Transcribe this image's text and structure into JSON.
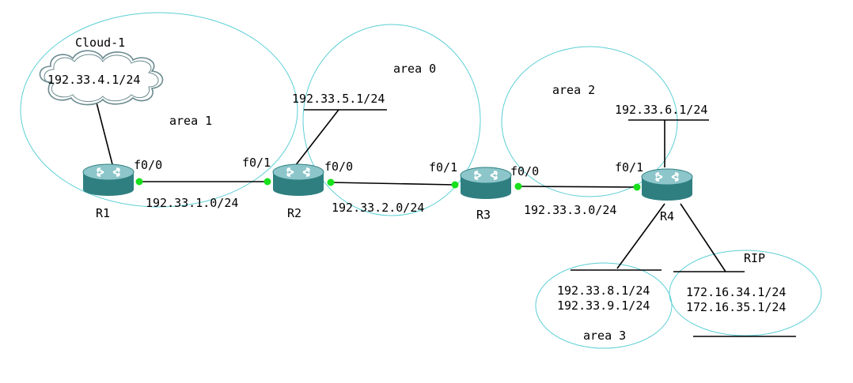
{
  "colors": {
    "area_circle": "#5ccfd6",
    "router_body": "#3a8e8f",
    "router_top": "#7fbfc4",
    "port_dot": "#18e01c",
    "link": "#000000",
    "cloud_stroke": "#6a8a8f"
  },
  "cloud": {
    "name": "Cloud-1",
    "ip": "192.33.4.1/24",
    "icon": "cloud-icon"
  },
  "areas": {
    "area1": "area 1",
    "area0": "area 0",
    "area2": "area 2",
    "area3": "area 3",
    "rip": "RIP"
  },
  "routers": {
    "r1": "R1",
    "r2": "R2",
    "r3": "R3",
    "r4": "R4"
  },
  "router_icon": "router-icon",
  "interfaces": {
    "r1_f00": "f0/0",
    "r2_f01": "f0/1",
    "r2_f00": "f0/0",
    "r3_f01": "f0/1",
    "r3_f00": "f0/0",
    "r4_f01": "f0/1"
  },
  "links": {
    "r1_r2": "192.33.1.0/24",
    "r2_r3": "192.33.2.0/24",
    "r3_r4": "192.33.3.0/24"
  },
  "lans": {
    "r2_lan": "192.33.5.1/24",
    "r4_lan": "192.33.6.1/24",
    "area3_a": "192.33.8.1/24",
    "area3_b": "192.33.9.1/24",
    "rip_a": "172.16.34.1/24",
    "rip_b": "172.16.35.1/24"
  }
}
